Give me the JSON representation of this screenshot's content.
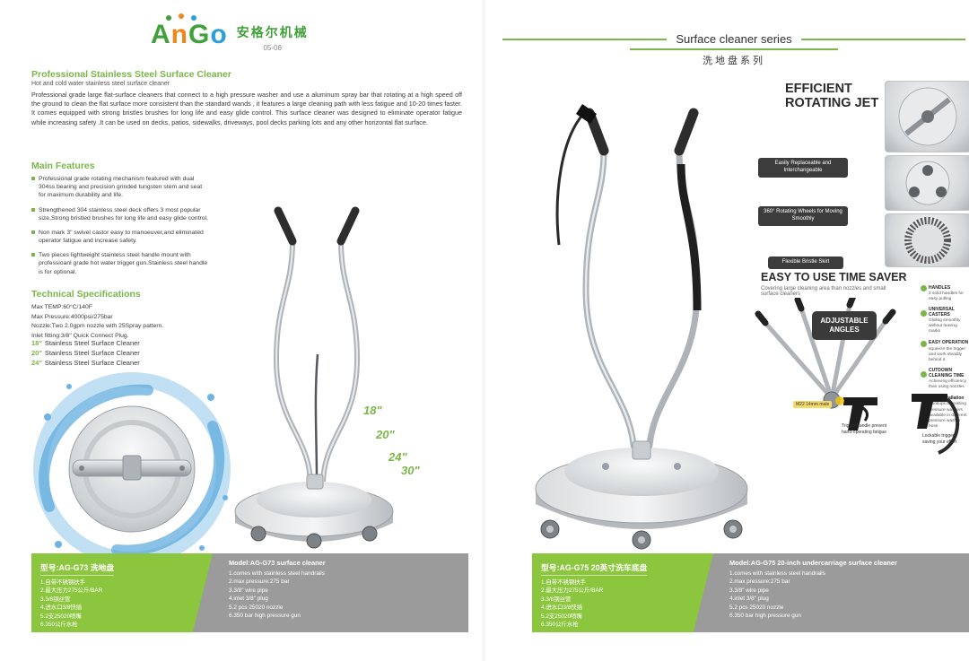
{
  "colors": {
    "accent_green": "#7ab648",
    "banner_green": "#8cc63f",
    "panel_gray": "#9b9b9b",
    "dark_text": "#333333",
    "water_blue": "#58a8dd"
  },
  "logo": {
    "letters": [
      "A",
      "n",
      "G",
      "o"
    ],
    "company_cn": "安格尔机械",
    "page_no": "05-06"
  },
  "left": {
    "title": "Professional Stainless Steel Surface Cleaner",
    "subtitle": "Hot and cold water stainless steel surface cleaner",
    "description": "Professional grade large flat-surface cleaners that connect to a high pressure washer and use a aluminum spray bar that rotating at a high speed off the ground to clean the flat surface more consistent than the standard wands , it features a large cleaning path with less fatigue and 10-20 times faster. It comes equipped with strong bristles brushes for long life and easy glide control. This surface cleaner was designed to eliminate operator fatigue while increasing safety .It can be used on decks, patios, sidewalks, driveways, pool decks parking lots and any other horizontal flat surface.",
    "features_title": "Main Features",
    "features": [
      "Professional grade rotating mechanism featured with dual 304ss bearing and precision grinded tungsten stem and seat for maximum durability and life.",
      "Strengthened 304 stainless steel deck offers 3 most popular size,Strong bristled brushes for long life and easy glide control.",
      "Non mark 3\" swivel castor easy to manoeuver,and eliminated operator fatigue and increase safety.",
      "Two pieces lightweight stainless steel handle mount with professioanl grade hot water trigger gun.Stainless steel handle is for optional."
    ],
    "specs_title": "Technical Specifications",
    "specs": [
      "Max TEMP:60°C/140F",
      "Max Pressure:4000psi/275bar",
      "Nozzle:Two 2.0gpm nozzle with 25Spray pattern.",
      "Inlet fitting:3/8\" Quick Connect Plug."
    ],
    "size_lines": [
      {
        "size": "18\"",
        "text": "Stainless Steel Surface Cleaner"
      },
      {
        "size": "20\"",
        "text": "Stainless Steel Surface Cleaner"
      },
      {
        "size": "24\"",
        "text": "Stainless Steel Surface Cleaner"
      }
    ],
    "diagonal_sizes": [
      "18\"",
      "20\"",
      "24\"",
      "30\""
    ],
    "model_cn_title": "型号:AG-G73 洗地盘",
    "model_cn_items": [
      "1.自带不锈钢扶手",
      "2.最大压力275公斤/BAR",
      "3.3/8钢丝管",
      "4.进水口3/8快插",
      "5.2支25020喷嘴",
      "6.350公斤水枪"
    ],
    "model_en_title": "Model:AG-G73  surface cleaner",
    "model_en_items": [
      "1.comes with stainless steel handrails",
      "2.max pressure:275 bar",
      "3.3/8\" wire pipe",
      "4.inlet 3/8\" plug",
      "5.2 pcs 25020 nozzle",
      "6.350 bar high pressure gun"
    ]
  },
  "right": {
    "series_title": "Surface cleaner series",
    "series_cn": "洗地盘系列",
    "efficient_title": "EFFICIENT ROTATING JET",
    "callouts": [
      "Easily Replaceable and Interchangeable",
      "360° Rotating Wheels for Moving Smoothly",
      "Flexible Bristle Skirt"
    ],
    "easy_title": "EASY TO USE  TIME SAVER",
    "easy_subtitle": "Covering large cleaning area than nozzles and small surface cleaners",
    "adjustable_badge": "ADJUSTABLE ANGLES",
    "easy_items": [
      {
        "title": "HANDLES",
        "desc": "2 solid handles for easy pulling"
      },
      {
        "title": "UNIVERSAL CASTERS",
        "desc": "Gliding smoothly without leaving marks"
      },
      {
        "title": "EASY OPERATION",
        "desc": "squeeze the trigger and work steadily behind it"
      },
      {
        "title": "CUTDOWN CLEANING TIME",
        "desc": "Achieving efficiency than using nozzles"
      },
      {
        "title": "Easy Installation",
        "desc": "Hookups to existing pressure washers available in different pressure washer hose"
      }
    ],
    "fitting_note": "M22 14mm male",
    "trigger_note": "Trigger handle prevent hand-operating fatigue",
    "lock_note": "Lockable trigger saving your effort",
    "model_cn_title": "型号:AG-G75 20英寸洗车底盘",
    "model_cn_items": [
      "1.自带不锈钢扶手",
      "2.最大压力275公斤/BAR",
      "3.3/8钢丝管",
      "4.进水口3/8快插",
      "5.2支25020喷嘴",
      "6.350公斤水枪"
    ],
    "model_en_title": "Model:AG-G75  20-inch undercarriage surface cleaner",
    "model_en_items": [
      "1.comes with stainless steel handrails",
      "2.max pressure:275 bar",
      "3.3/8\" wire pipe",
      "4.inlet 3/8\" plug",
      "5.2 pcs 25020 nozzle",
      "6.350 bar high pressure gun"
    ]
  }
}
